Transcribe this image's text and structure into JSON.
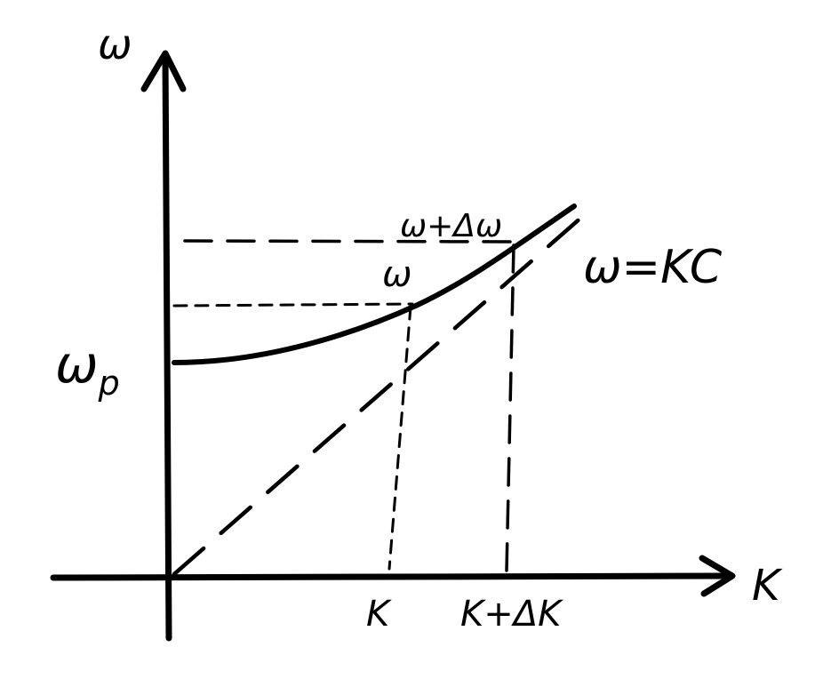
{
  "diagram": {
    "labels": {
      "y_axis": "ω",
      "x_axis": "K",
      "omega_p": "ωp",
      "omega_p_main": "ω",
      "omega_p_sub": "p",
      "omega": "ω",
      "omega_plus": "ω+Δω",
      "light_line": "ω=KC",
      "k_tick": "K",
      "k_plus_tick": "K+ΔK"
    }
  }
}
